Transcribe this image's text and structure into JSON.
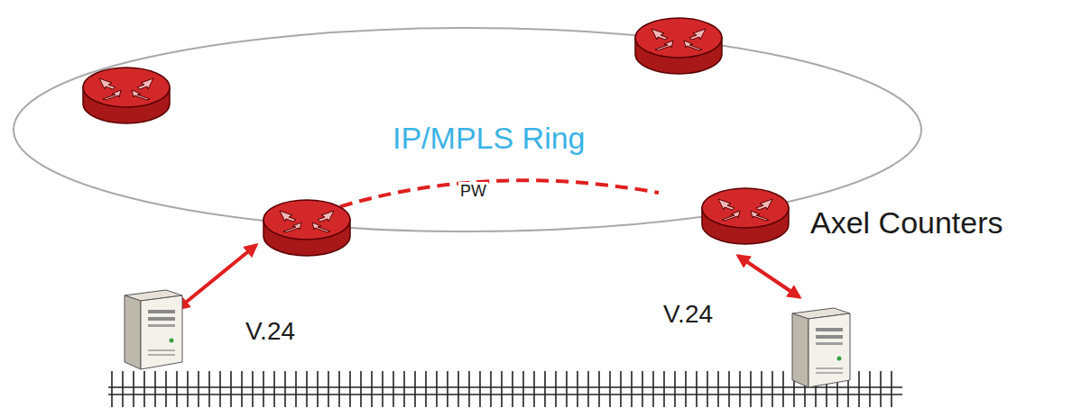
{
  "diagram": {
    "nodes": [
      {
        "text": [
          "IP/MPLS Ring"
        ]
      }
    ],
    "labels": [
      "PW",
      "V.24",
      "V.24",
      "Axel Counters"
    ]
  }
}
